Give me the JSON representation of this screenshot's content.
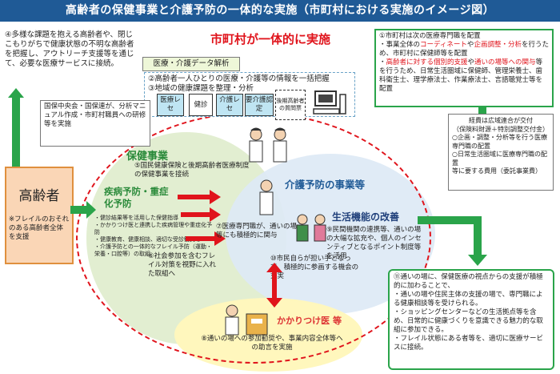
{
  "title": "高齢者の保健事業と介護予防の一体的な実施（市町村における実施のイメージ図）",
  "main_heading": "市町村が一体的に実施",
  "left_top_note": "④多様な課題を抱える高齢者や、閉じこもりがちで健康状態の不明な高齢者を把握し、アウトリーチ支援等を通じて、必要な医療サービスに接続。",
  "data_label": "医療・介護データ解析",
  "data_items": [
    "②高齢者一人ひとりの医療・介護等の情報を一括把握",
    "③地域の健康課題を整理・分析"
  ],
  "chips": [
    "医療レセ",
    "健診",
    "介護レセ",
    "要介護認定",
    "後期高齢者の質問票"
  ],
  "national_box": "国保中央会・国保連が、分析マニュアル作成・市町村職員への研修等を実施",
  "elderly_box": {
    "title": "高齢者",
    "sub": "※フレイルのおそれのある高齢者全体を支援"
  },
  "health_project": {
    "title": "保健事業",
    "note5": "⑤国民健康保険と後期高齢者医療制度の保健事業を接続",
    "disease": "疾病予防・重症化予防",
    "bullets": [
      "・健診結果等を活用した保健指導",
      "・かかりつけ医と連携した疾病管理や重症化予防",
      "・健康教育、健康相談、適切な受診勧奨等",
      "・介護予防との一体的なフレイル予防（運動・栄養・口腔等）の取組"
    ],
    "note6": "⑥社会参加を含むフレイル対策を視野に入れた取組へ"
  },
  "care_project": {
    "title": "介護予防の事業等",
    "func": "生活機能の改善",
    "note9": "⑨民間機関の連携等、通いの場の大幅な拡充や、個人のインセンティブとなるポイント制度等を活用"
  },
  "note7": "⑦医療専門職が、通いの場等にも積極的に関与",
  "note10": "⑩市民自らが担い手となって、積極的に参画する機会の充実",
  "family_doctor": {
    "title": "かかりつけ医 等",
    "note8": "⑧通いの場への参加勧奨や、事業内容全体等への助言を実施"
  },
  "right_box1": {
    "lines": [
      "①市町村は次の医療専門職を配置",
      "・事業全体の",
      "コーディネート",
      "や",
      "企画調整・分析",
      "を行うため、市町村に保健師等を配置",
      "・",
      "高齢者に対する個別的支援",
      "や",
      "通いの場等への関与",
      "等を行うため、日常生活圏域に保健師、管理栄養士、歯科衛生士、理学療法士、作業療法士、言語聴覚士等を配置"
    ]
  },
  "right_box2": {
    "lines": [
      "経費は広域連合が交付",
      "（保険料財源＋特別調整交付金）",
      "○企画・調整・分析等を行う医療専門職の配置",
      "○日常生活圏域に医療専門職の配置",
      "等に要する費用（委託事業費）"
    ]
  },
  "right_box3": {
    "lines": [
      "⑪通いの場に、保健医療の視点からの支援が積極的に加わることで、",
      "・通いの場や住民主体の支援の場で、専門職による健康相談等を受けられる。",
      "・ショッピングセンターなどの生活拠点等を含め、日常的に健康づくりを意識できる魅力的な取組に参加できる。",
      "・フレイル状態にある者等を、適切に医療サービスに接続。"
    ]
  },
  "colors": {
    "title_bg": "#1f5a96",
    "red": "#e0141c",
    "green": "#2aa44a",
    "green_area": "#e2eed1",
    "blue_area": "#dde9f5",
    "yellow_area": "#fff7bd"
  }
}
